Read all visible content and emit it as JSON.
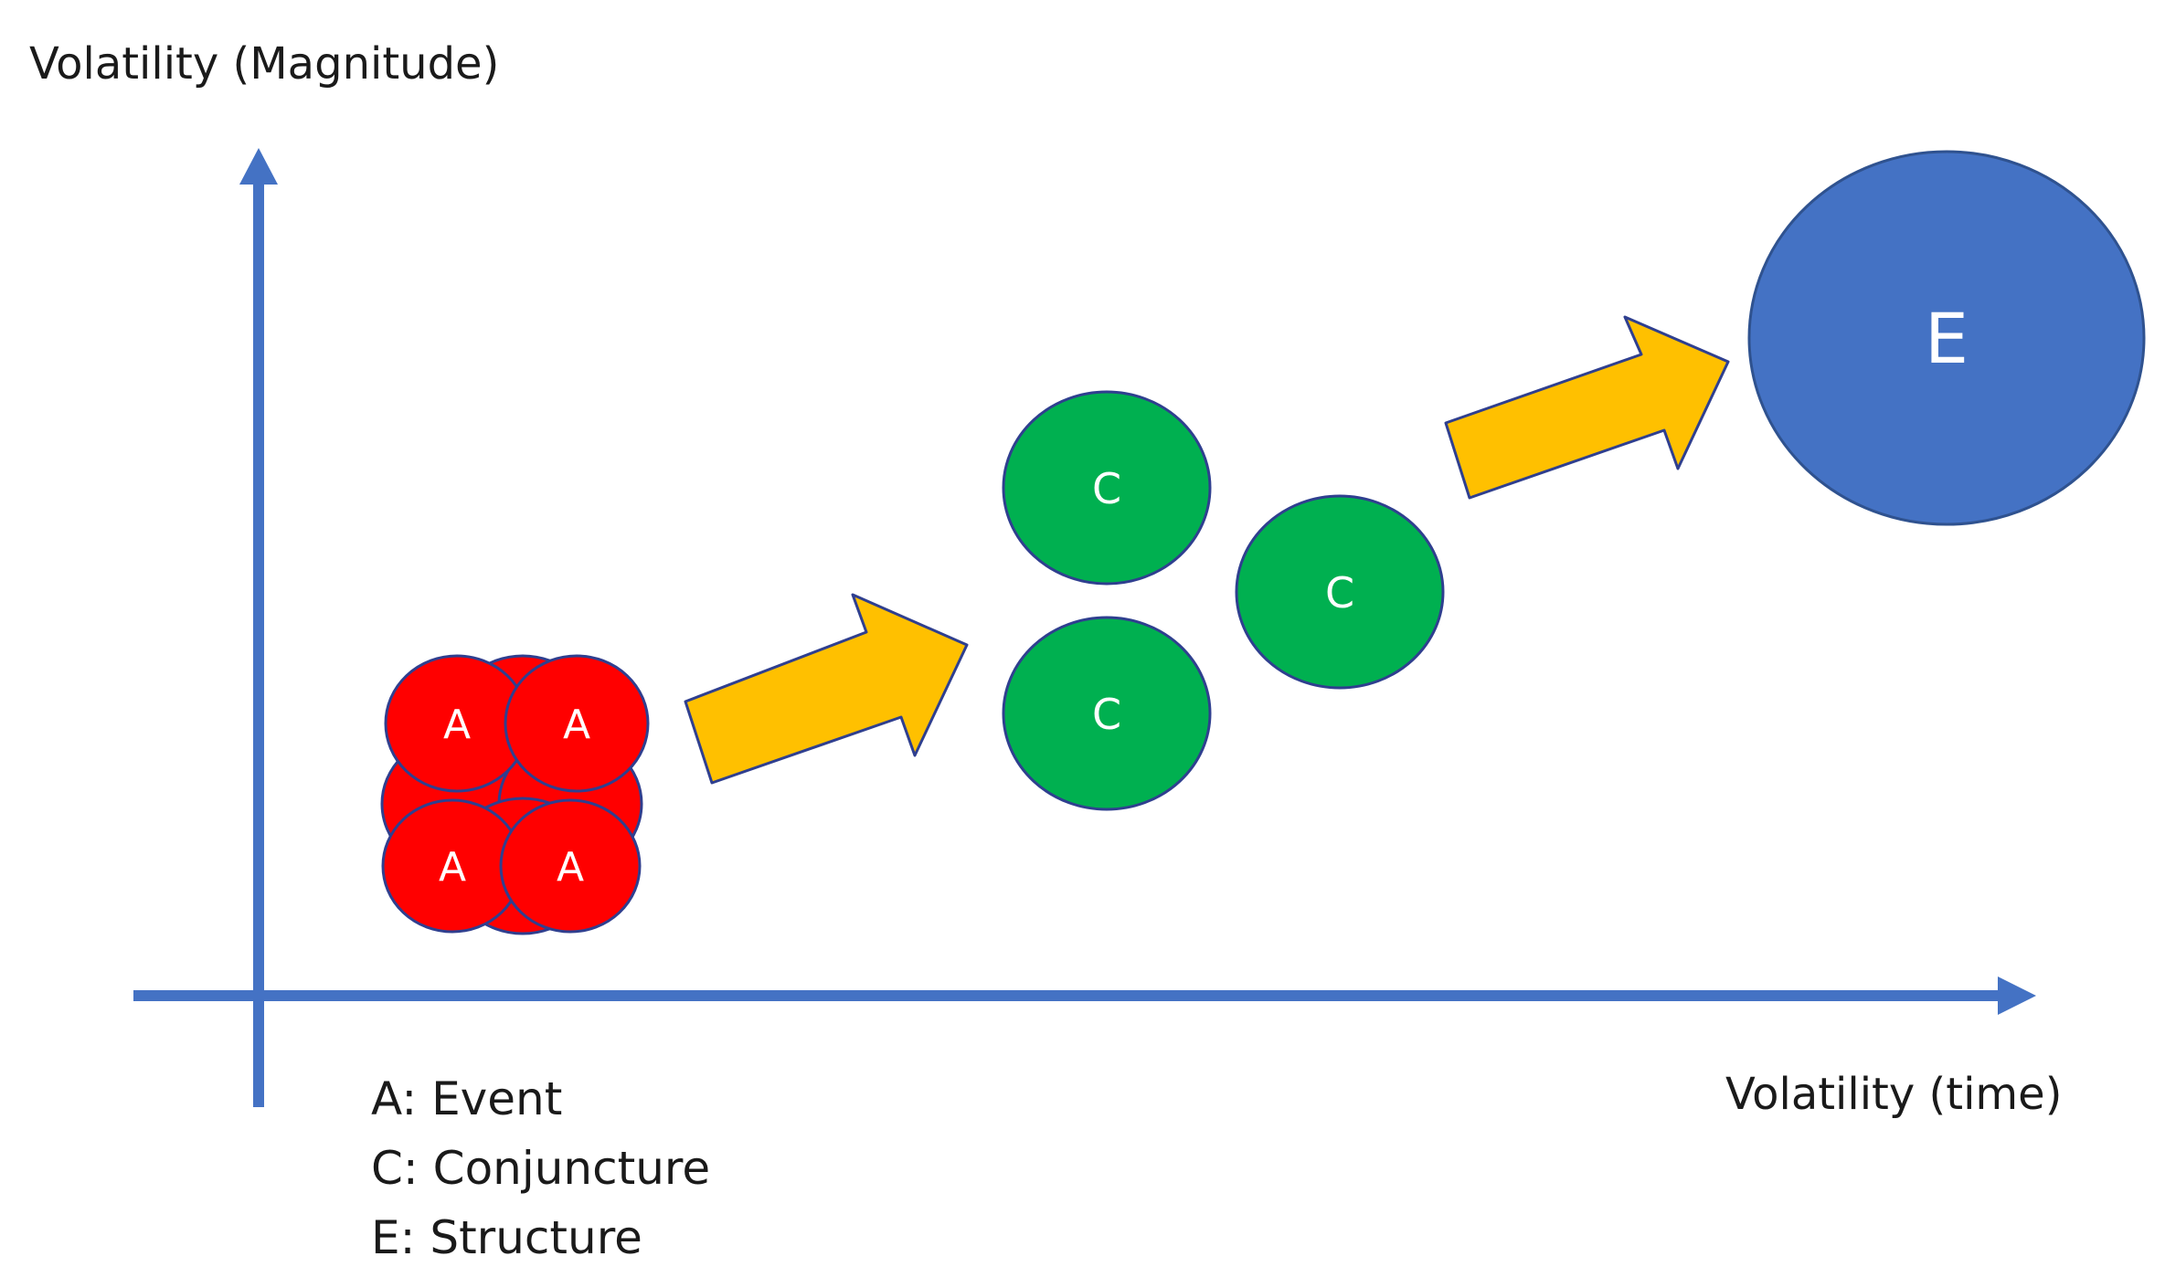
{
  "y_axis": {
    "label": "Volatility (Magnitude)"
  },
  "x_axis": {
    "label": "Volatility (time)"
  },
  "nodes": {
    "events": {
      "label": "A",
      "count": 4,
      "fill": "#FF0000",
      "stroke": "#2F3F8F"
    },
    "conjunctures": {
      "label": "C",
      "count": 3,
      "fill": "#00B050",
      "stroke": "#2F3F8F"
    },
    "structure": {
      "label": "E",
      "count": 1,
      "fill": "#4472C4",
      "stroke": "#2F528F"
    }
  },
  "arrows": {
    "fill": "#FFC000",
    "stroke": "#2F3F8F"
  },
  "axis_color": "#4472C4",
  "legend": [
    {
      "text": "A: Event"
    },
    {
      "text": "C: Conjuncture"
    },
    {
      "text": "E: Structure"
    }
  ]
}
